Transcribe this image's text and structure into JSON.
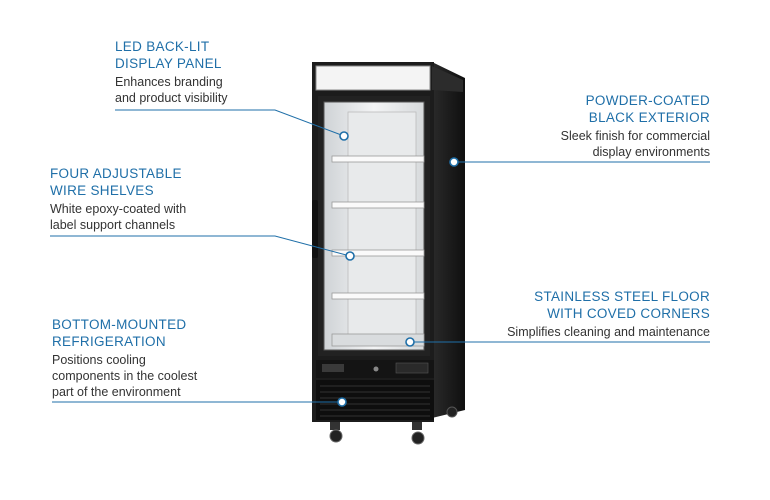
{
  "callouts": {
    "led": {
      "title": "LED BACK-LIT\nDISPLAY PANEL",
      "desc": "Enhances branding\nand product visibility"
    },
    "shelves": {
      "title": "FOUR ADJUSTABLE\nWIRE SHELVES",
      "desc": "White epoxy-coated with\nlabel support channels"
    },
    "bottom": {
      "title": "BOTTOM-MOUNTED\nREFRIGERATION",
      "desc": "Positions cooling\ncomponents in the coolest\npart of the environment"
    },
    "exterior": {
      "title": "POWDER-COATED\nBLACK EXTERIOR",
      "desc": "Sleek finish for commercial\ndisplay environments"
    },
    "floor": {
      "title": "STAINLESS STEEL FLOOR\nWITH COVED CORNERS",
      "desc": "Simplifies cleaning and maintenance"
    }
  },
  "colors": {
    "accent": "#1f6fa8",
    "text": "#333333",
    "cabinet": "#1c1c1c"
  }
}
